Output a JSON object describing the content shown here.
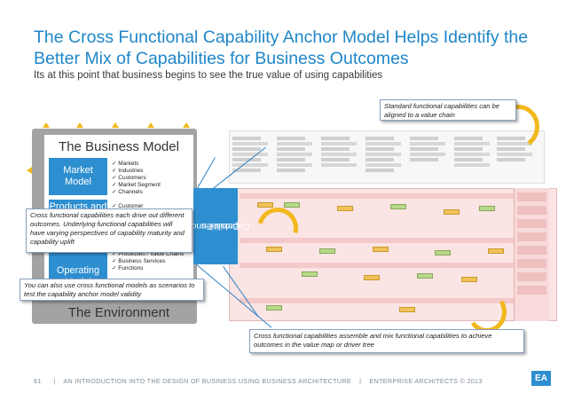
{
  "slide": {
    "title": "The Cross Functional Capability Anchor Model Helps Identify the Better Mix of Capabilities for Business Outcomes",
    "subtitle": "Its at this point that business begins to see the true value of using capabilities"
  },
  "business_model": {
    "title": "The Business Model",
    "environment": "The Environment",
    "boxes": [
      {
        "label": "Market Model",
        "items": [
          "Markets",
          "Industries",
          "Customers",
          "Market Segment",
          "Channels"
        ]
      },
      {
        "label": "Products and",
        "items": [
          "Customer"
        ]
      },
      {
        "label": "Operating Model",
        "items": [
          "Processes / Value Chains",
          "Business Services",
          "Functions"
        ]
      }
    ]
  },
  "cross_functional_tab": {
    "line1": "Cross-Functional",
    "line2": "Capabilities"
  },
  "callouts": {
    "top_right": "Standard functional capabilities can be aligned to a value chain",
    "left_middle": "Cross functional capabilities each drive out different outcomes. Underlying functional capabilities will have varying perspectives of capability maturity and capability uplift",
    "left_lower": "You can also use cross functional models as scenarios to test the capability anchor model validity",
    "bottom_right": "Cross functional capabilities assemble and mix functional capabilities to achieve outcomes in the value map or driver tree"
  },
  "footer": {
    "page": "61",
    "separator": "|",
    "text": "AN INTRODUCTION INTO THE DESIGN OF BUSINESS USING BUSINESS ARCHITECTURE",
    "company": "ENTERPRISE ARCHITECTS © 2013",
    "logo": "EA"
  },
  "colors": {
    "title": "#1f86c8",
    "accent_blue": "#2e8fd0",
    "arrow_gold": "#f2b81d",
    "map_pink": "#fbe4e4"
  }
}
